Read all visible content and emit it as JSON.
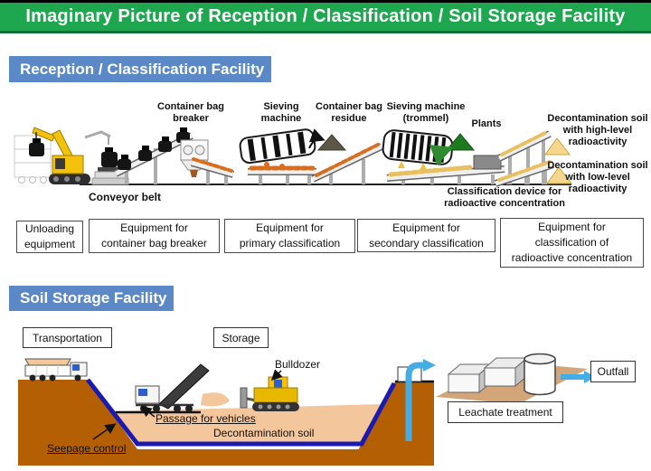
{
  "header": {
    "title": "Imaginary Picture of Reception / Classification / Soil Storage Facility"
  },
  "colors": {
    "banner_green": "#1FA750",
    "banner_blue": "#5B88C6",
    "earth_brown": "#B55F04",
    "soil_tan": "#F4C69C",
    "liner_blue": "#1A1AB0",
    "water_blue": "#44AEE4",
    "pile_yellow": "#F5D78E",
    "plants_green": "#1E7A1F",
    "conveyor_soil_orange": "#D96F1E",
    "excavator_yellow": "#F4C20D"
  },
  "reception": {
    "banner": "Reception / Classification Facility",
    "labels": {
      "container_bag_breaker": "Container bag\nbreaker",
      "sieving_machine": "Sieving\nmachine",
      "container_bag_residue": "Container bag\nresidue",
      "sieving_machine_trommel": "Sieving machine\n(trommel)",
      "plants": "Plants",
      "high_level_soil": "Decontamination soil\nwith high-level\nradioactivity",
      "low_level_soil": "Decontamination soil\nwith low-level\nradioactivity",
      "conveyor_belt": "Conveyor belt",
      "classification_device": "Classification device for\nradioactive concentration"
    },
    "equipment_boxes": [
      "Unloading\nequipment",
      "Equipment for\ncontainer bag breaker",
      "Equipment for\nprimary classification",
      "Equipment for\nsecondary classification",
      "Equipment for\nclassification of\nradioactive concentration"
    ]
  },
  "storage": {
    "banner": "Soil Storage Facility",
    "labels": {
      "transportation": "Transportation",
      "storage": "Storage",
      "bulldozer": "Bulldozer",
      "passage_for_vehicles": "Passage for vehicles",
      "decontamination_soil": "Decontamination soil",
      "seepage_control": "Seepage control",
      "outfall": "Outfall",
      "leachate_treatment": "Leachate treatment"
    }
  }
}
